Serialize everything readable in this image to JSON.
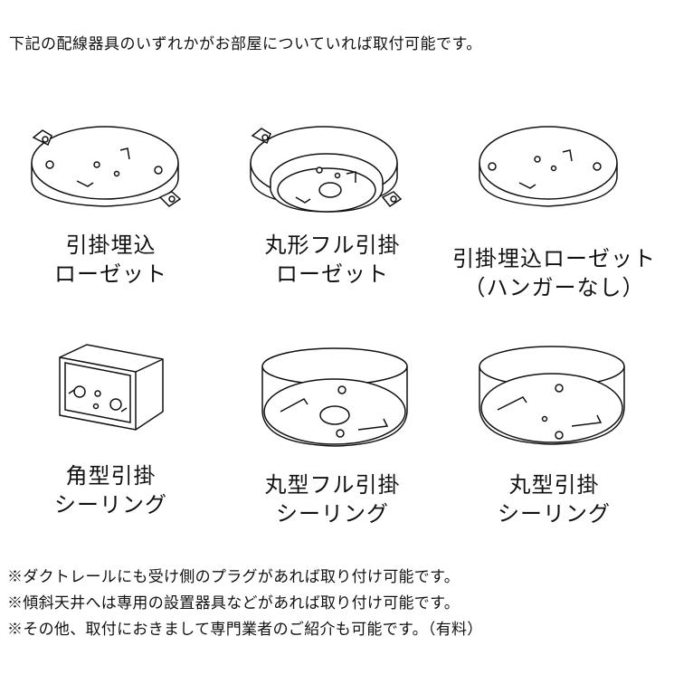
{
  "intro": "下記の配線器具のいずれかがお部屋についていれば取付可能です。",
  "items": [
    {
      "line1": "引掛埋込",
      "line2": "ローゼット"
    },
    {
      "line1": "丸形フル引掛",
      "line2": "ローゼット"
    },
    {
      "line1": "引掛埋込ローゼット",
      "line2": "（ハンガーなし）"
    },
    {
      "line1": "角型引掛",
      "line2": "シーリング"
    },
    {
      "line1": "丸型フル引掛",
      "line2": "シーリング"
    },
    {
      "line1": "丸型引掛",
      "line2": "シーリング"
    }
  ],
  "notes": [
    "※ダクトレールにも受け側のプラグがあれば取り付け可能です。",
    "※傾斜天井へは専用の設置器具などがあれば取り付け可能です。",
    "※その他、取付におきまして専門業者のご紹介も可能です。（有料）"
  ]
}
